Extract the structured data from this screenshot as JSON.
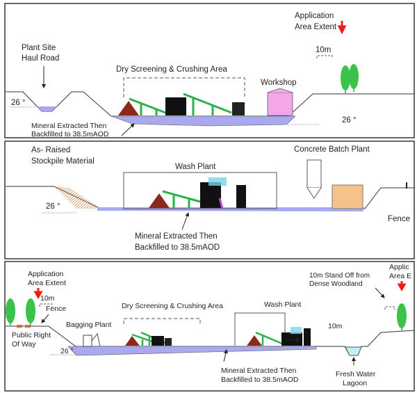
{
  "colors": {
    "water": "#a9a9f0",
    "conveyor": "#2bb24c",
    "stockpile": "#8b2a1a",
    "workshop": "#f3a6e8",
    "building": "#f5c28a",
    "tree": "#3ac24a",
    "arrow_red": "#ee1c1c",
    "lagoon": "#bff0f5"
  },
  "panel1": {
    "haul_road": [
      "Plant Site",
      "Haul Road"
    ],
    "angle_left": "26 °",
    "angle_right": "26 °",
    "dry_area": "Dry Screening & Crushing Area",
    "workshop": "Workshop",
    "app_extent": [
      "Application",
      "Area Extent"
    ],
    "standoff": "10m",
    "mineral": [
      "Mineral Extracted Then",
      "Backfilled to 38.5mAOD"
    ]
  },
  "panel2": {
    "stockpile": [
      "As- Raised",
      "Stockpile Material"
    ],
    "angle": "26 °",
    "wash_plant": "Wash Plant",
    "batch_plant": "Concrete Batch Plant",
    "fence": "Fence",
    "mineral": [
      "Mineral Extracted Then",
      "Backfilled to 38.5mAOD"
    ]
  },
  "panel3": {
    "app_extent_left": [
      "Application",
      "Area Extent"
    ],
    "standoff_left": "10m",
    "fence": "Fence",
    "prow": [
      "Public Right",
      "Of Way"
    ],
    "bagging": "Bagging Plant",
    "angle": "26 °",
    "dry_area": "Dry Screening & Crushing Area",
    "wash_plant": "Wash Plant",
    "standoff_wash": "10m",
    "woodland": [
      "10m Stand Off from",
      "Dense Woodland"
    ],
    "app_extent_right": [
      "Applic",
      "Area E"
    ],
    "mineral": [
      "Mineral Extracted Then",
      "Backfilled to 38.5mAOD"
    ],
    "lagoon": [
      "Fresh Water",
      "Lagoon"
    ]
  }
}
